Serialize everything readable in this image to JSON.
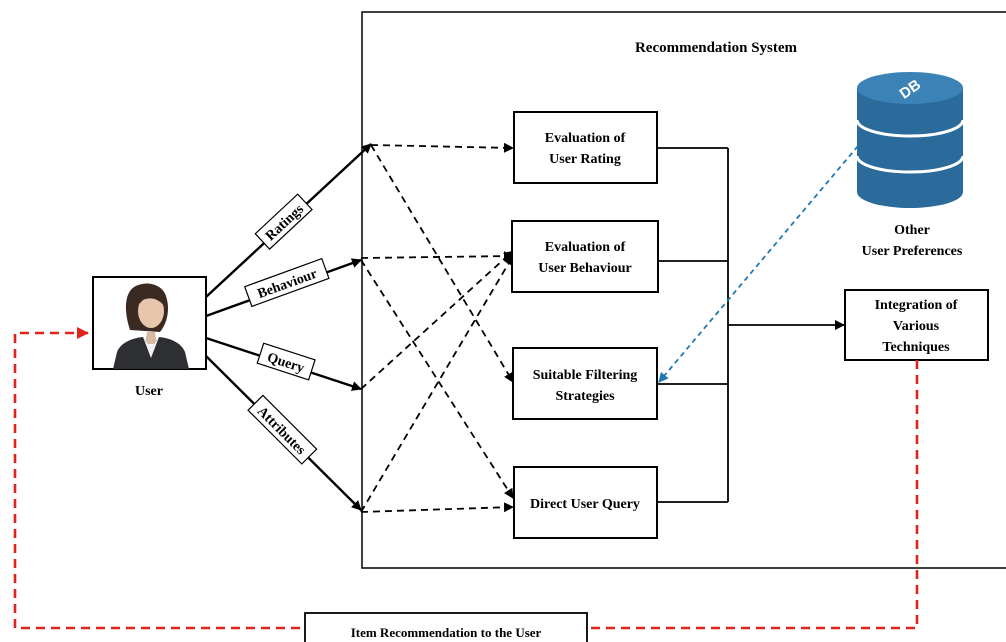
{
  "system": {
    "title": "Recommendation System"
  },
  "user": {
    "label": "User"
  },
  "inputs": {
    "ratings": "Ratings",
    "behaviour": "Behaviour",
    "query": "Query",
    "attributes": "Attributes"
  },
  "modules": {
    "rating": [
      "Evaluation of",
      "User Rating"
    ],
    "behaviour": [
      "Evaluation of",
      "User Behaviour"
    ],
    "filtering": [
      "Suitable Filtering",
      "Strategies"
    ],
    "query": "Direct User Query"
  },
  "database": {
    "icon_text": "DB",
    "caption": [
      "Other",
      "User Preferences"
    ]
  },
  "integration": [
    "Integration of",
    "Various",
    "Techniques"
  ],
  "output": {
    "label": "Item Recommendation to the User"
  },
  "colors": {
    "feedback": "#e2231a",
    "db_link": "#1f77b4",
    "db_top": "#3b82b6",
    "db_body": "#2a6b9c"
  }
}
